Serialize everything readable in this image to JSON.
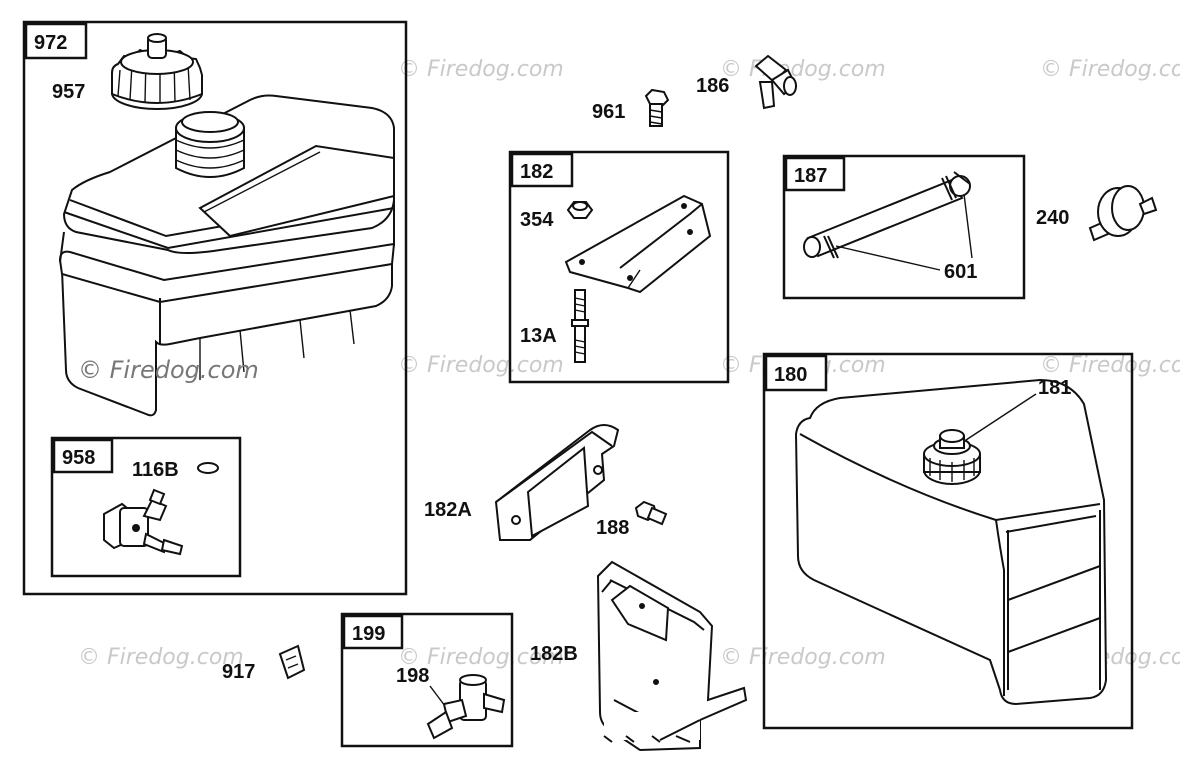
{
  "watermark": "© Firedog.com",
  "callouts": {
    "c972": "972",
    "c957": "957",
    "c958": "958",
    "c116b": "116B",
    "c961": "961",
    "c186": "186",
    "c182": "182",
    "c354": "354",
    "c13a": "13A",
    "c187": "187",
    "c601": "601",
    "c240": "240",
    "c180": "180",
    "c181": "181",
    "c182a": "182A",
    "c188": "188",
    "c199": "199",
    "c198": "198",
    "c917": "917",
    "c182b": "182B"
  }
}
